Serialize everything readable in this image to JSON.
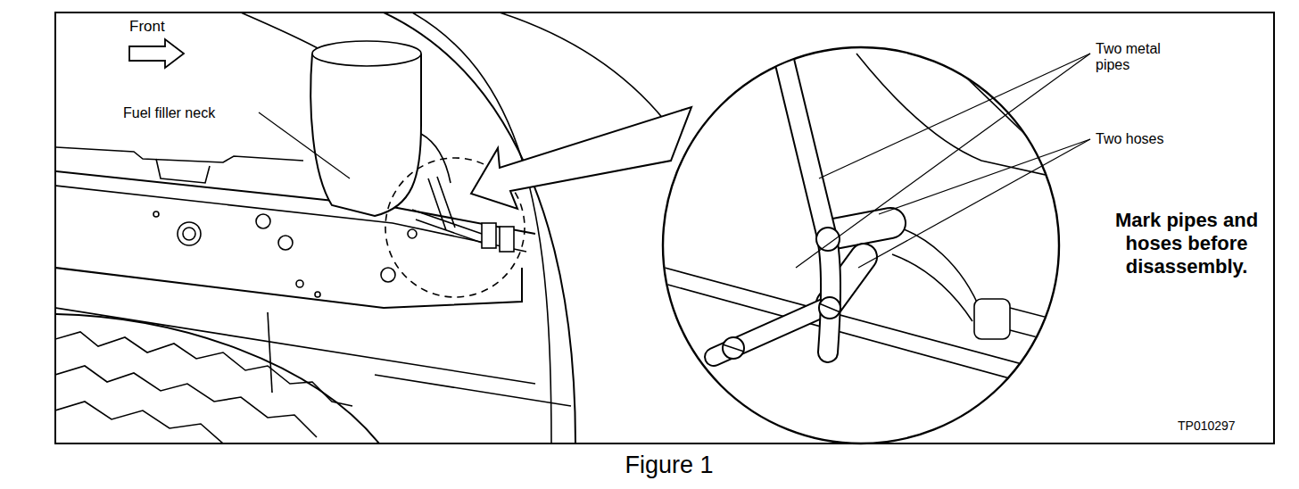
{
  "diagram": {
    "caption": "Figure 1",
    "labels": [
      "Front",
      "Fuel filler neck",
      "Two metal pipes",
      "Two hoses",
      "Mark pipes and hoses before disassembly.",
      "TP010297"
    ]
  }
}
